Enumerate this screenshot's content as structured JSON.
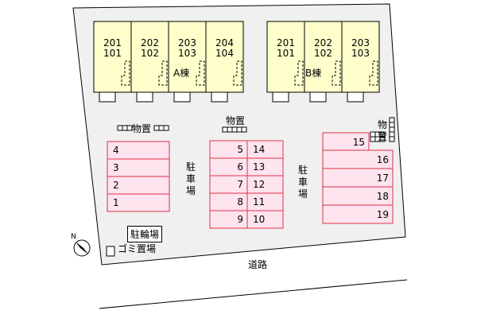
{
  "colors": {
    "site": "#f0f0f0",
    "building": "#ffffcc",
    "parking_fill": "#fde4ee",
    "parking_line": "#e0304a",
    "line": "#000000"
  },
  "buildings": [
    {
      "name": "A棟",
      "units": [
        {
          "top": "201",
          "bottom": "101"
        },
        {
          "top": "202",
          "bottom": "102"
        },
        {
          "top": "203",
          "bottom": "103"
        },
        {
          "top": "204",
          "bottom": "104"
        }
      ]
    },
    {
      "name": "B棟",
      "units": [
        {
          "top": "201",
          "bottom": "101"
        },
        {
          "top": "202",
          "bottom": "102"
        },
        {
          "top": "203",
          "bottom": "103"
        }
      ]
    }
  ],
  "storage": {
    "left": "物置",
    "middle": "物置",
    "right": "物置"
  },
  "parking_label": "駐車場",
  "parking": {
    "left": [
      "4",
      "3",
      "2",
      "1"
    ],
    "center_a": [
      "5",
      "6",
      "7",
      "8",
      "9"
    ],
    "center_b": [
      "14",
      "13",
      "12",
      "11",
      "10"
    ],
    "right_top": "15",
    "right": [
      "16",
      "17",
      "18",
      "19"
    ]
  },
  "bike_parking": "駐輪場",
  "garbage": "ゴミ置場",
  "road": "道路",
  "north_icon": "north-arrow-icon"
}
